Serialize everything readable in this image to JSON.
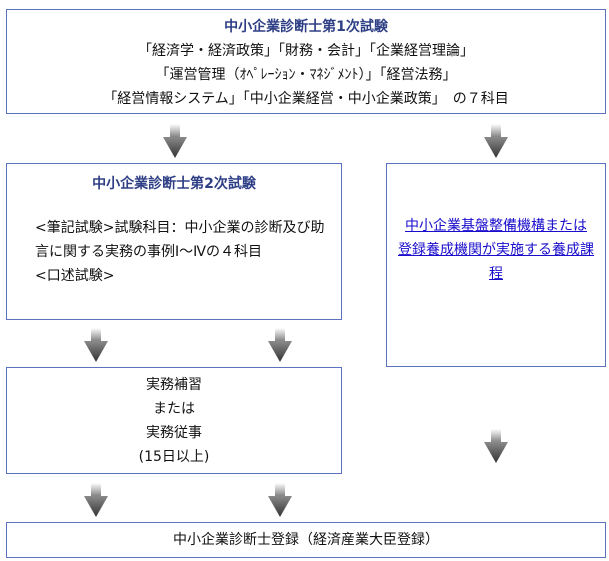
{
  "exam1": {
    "title": "中小企業診断士第1次試験",
    "lines": [
      "「経済学・経済政策」「財務・会計」「企業経営理論」",
      "「運営管理（ｵﾍﾟﾚｰｼｮﾝ・ﾏﾈｼﾞﾒﾝﾄ）」「経営法務」",
      "「経営情報システム」「中小企業経営・中小企業政策」　の７科目"
    ]
  },
  "exam2": {
    "title": "中小企業診断士第2次試験",
    "written": "<筆記試験>試験科目：中小企業の診断及び助言に関する実務の事例Ⅰ～Ⅳの４科目",
    "oral": "<口述試験>"
  },
  "training": {
    "link_line1": "中小企業基盤整備機構または",
    "link_line2": "登録養成機関が実施する養成課程"
  },
  "practice": {
    "lines": [
      "実務補習",
      "または",
      "実務従事",
      "(15日以上)"
    ]
  },
  "registration": {
    "label": "中小企業診断士登録（経済産業大臣登録）"
  },
  "colors": {
    "border": "#5a72c0",
    "title": "#2e3f86",
    "link": "#1a0dcc"
  }
}
